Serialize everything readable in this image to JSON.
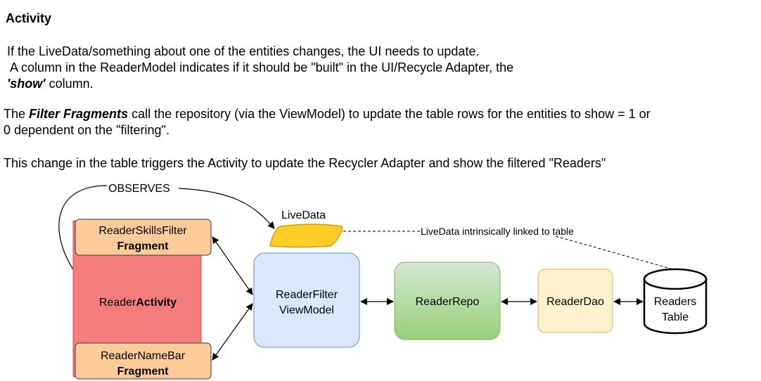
{
  "text": {
    "heading": "Activity",
    "p1_line1": "If the LiveData/something about one of the entities changes, the UI needs to update.",
    "p1_line2": "A column in the ReaderModel indicates if it should be \"built\" in the UI/Recycle Adapter, the",
    "p1_line3_em": "'show'",
    "p1_line3_rest": " column.",
    "p2_pre": "The ",
    "p2_em": "Filter Fragments",
    "p2_rest": " call the repository (via the ViewModel) to update the table rows for the entities to show = 1 or",
    "p2_line2": "0 dependent on the \"filtering\".",
    "p3": "This change in the table triggers the Activity to update the Recycler Adapter and show the filtered \"Readers\""
  },
  "diagram": {
    "observes_label": "OBSERVES",
    "livedata_label": "LiveData",
    "livedata_link_label": "LiveData intrinsically linked to table",
    "activity_pre": "Reader",
    "activity_bold": "Activity",
    "skills_fragment_line1": "ReaderSkillsFilter",
    "skills_fragment_line2": "Fragment",
    "namebar_fragment_line1": "ReaderNameBar",
    "namebar_fragment_line2": "Fragment",
    "viewmodel_line1": "ReaderFilter",
    "viewmodel_line2": "ViewModel",
    "repo_label": "ReaderRepo",
    "dao_label": "ReaderDao",
    "table_line1": "Readers",
    "table_line2": "Table"
  },
  "colors": {
    "activity_fill": "#f47c7c",
    "fragment_fill": "#ffcc99",
    "viewmodel_fill": "#dae8fc",
    "viewmodel_stroke": "#6c8ebf",
    "repo_fill_top": "#d5e8d4",
    "repo_fill_bottom": "#97d077",
    "repo_stroke": "#82b366",
    "dao_fill": "#fff2cc",
    "dao_stroke": "#d6b656",
    "livedata_fill": "#ffcd28",
    "livedata_stroke": "#d79b00"
  }
}
